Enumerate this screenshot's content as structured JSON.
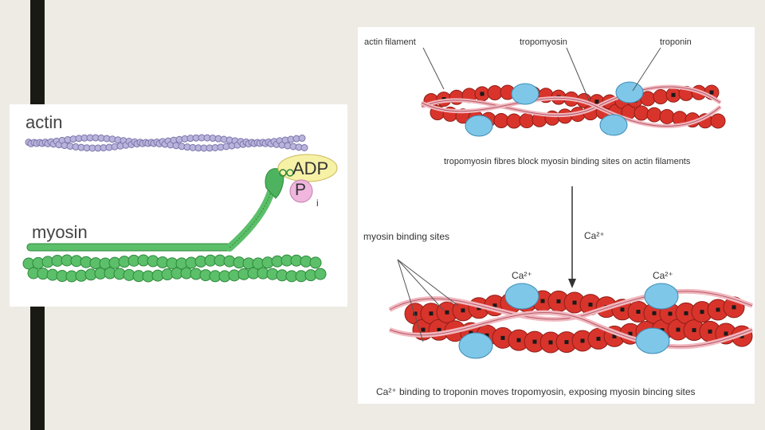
{
  "left_diagram": {
    "actin_label": "actin",
    "myosin_label": "myosin",
    "adp_label": "ADP",
    "p_label": "P",
    "i_label": "i"
  },
  "right_diagram": {
    "top_labels": {
      "actin_filament": "actin filament",
      "tropomyosin": "tropomyosin",
      "troponin": "troponin"
    },
    "top_caption": "tropomyosin fibres block myosin binding sites on actin filaments",
    "arrow_label": "Ca²⁺",
    "myosin_binding_sites": "myosin binding sites",
    "ca_label_1": "Ca²⁺",
    "ca_label_2": "Ca²⁺",
    "bottom_caption": "Ca²⁺ binding to troponin moves tropomyosin, exposing myosin bincing sites"
  },
  "colors": {
    "background": "#eeebe4",
    "dark_bar": "#1a1a14",
    "actin_purple": "#b9b4dc",
    "myosin_green": "#5cbf6a",
    "actin_red": "#d9342b",
    "troponin_blue": "#7fc7e8",
    "tropomyosin_pink": "#f2b8c0",
    "adp_yellow": "#f7f1a6",
    "p_pink": "#f0b6de"
  }
}
